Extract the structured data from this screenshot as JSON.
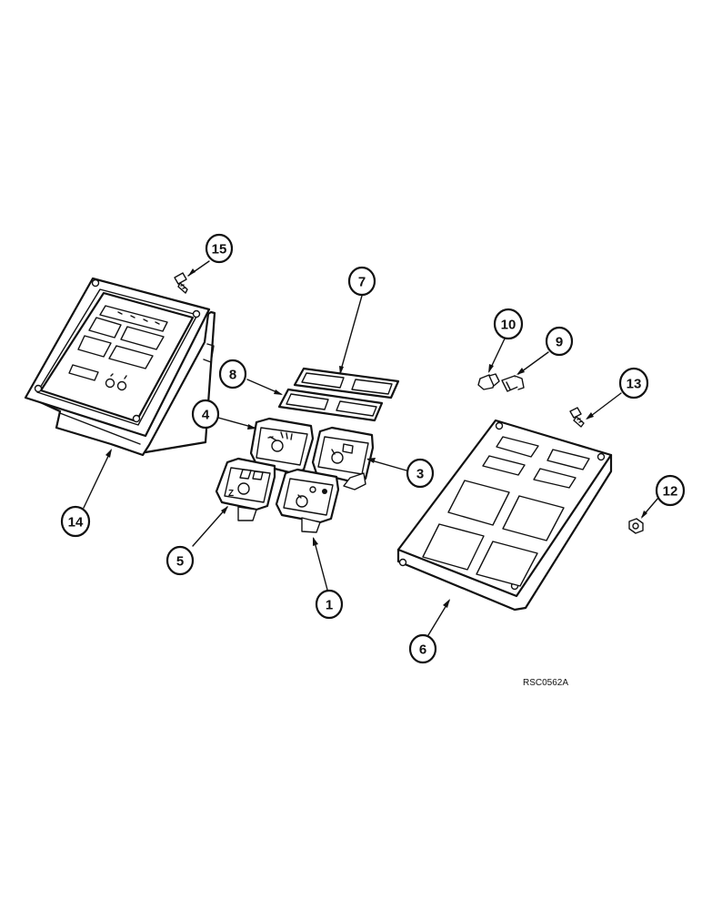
{
  "callouts": {
    "c1": "1",
    "c3": "3",
    "c4": "4",
    "c5": "5",
    "c6": "6",
    "c7": "7",
    "c8": "8",
    "c9": "9",
    "c10": "10",
    "c12": "12",
    "c13": "13",
    "c14": "14",
    "c15": "15"
  },
  "figure_code": "RSC0562A",
  "colors": {
    "line": "#111111",
    "background": "#ffffff"
  }
}
